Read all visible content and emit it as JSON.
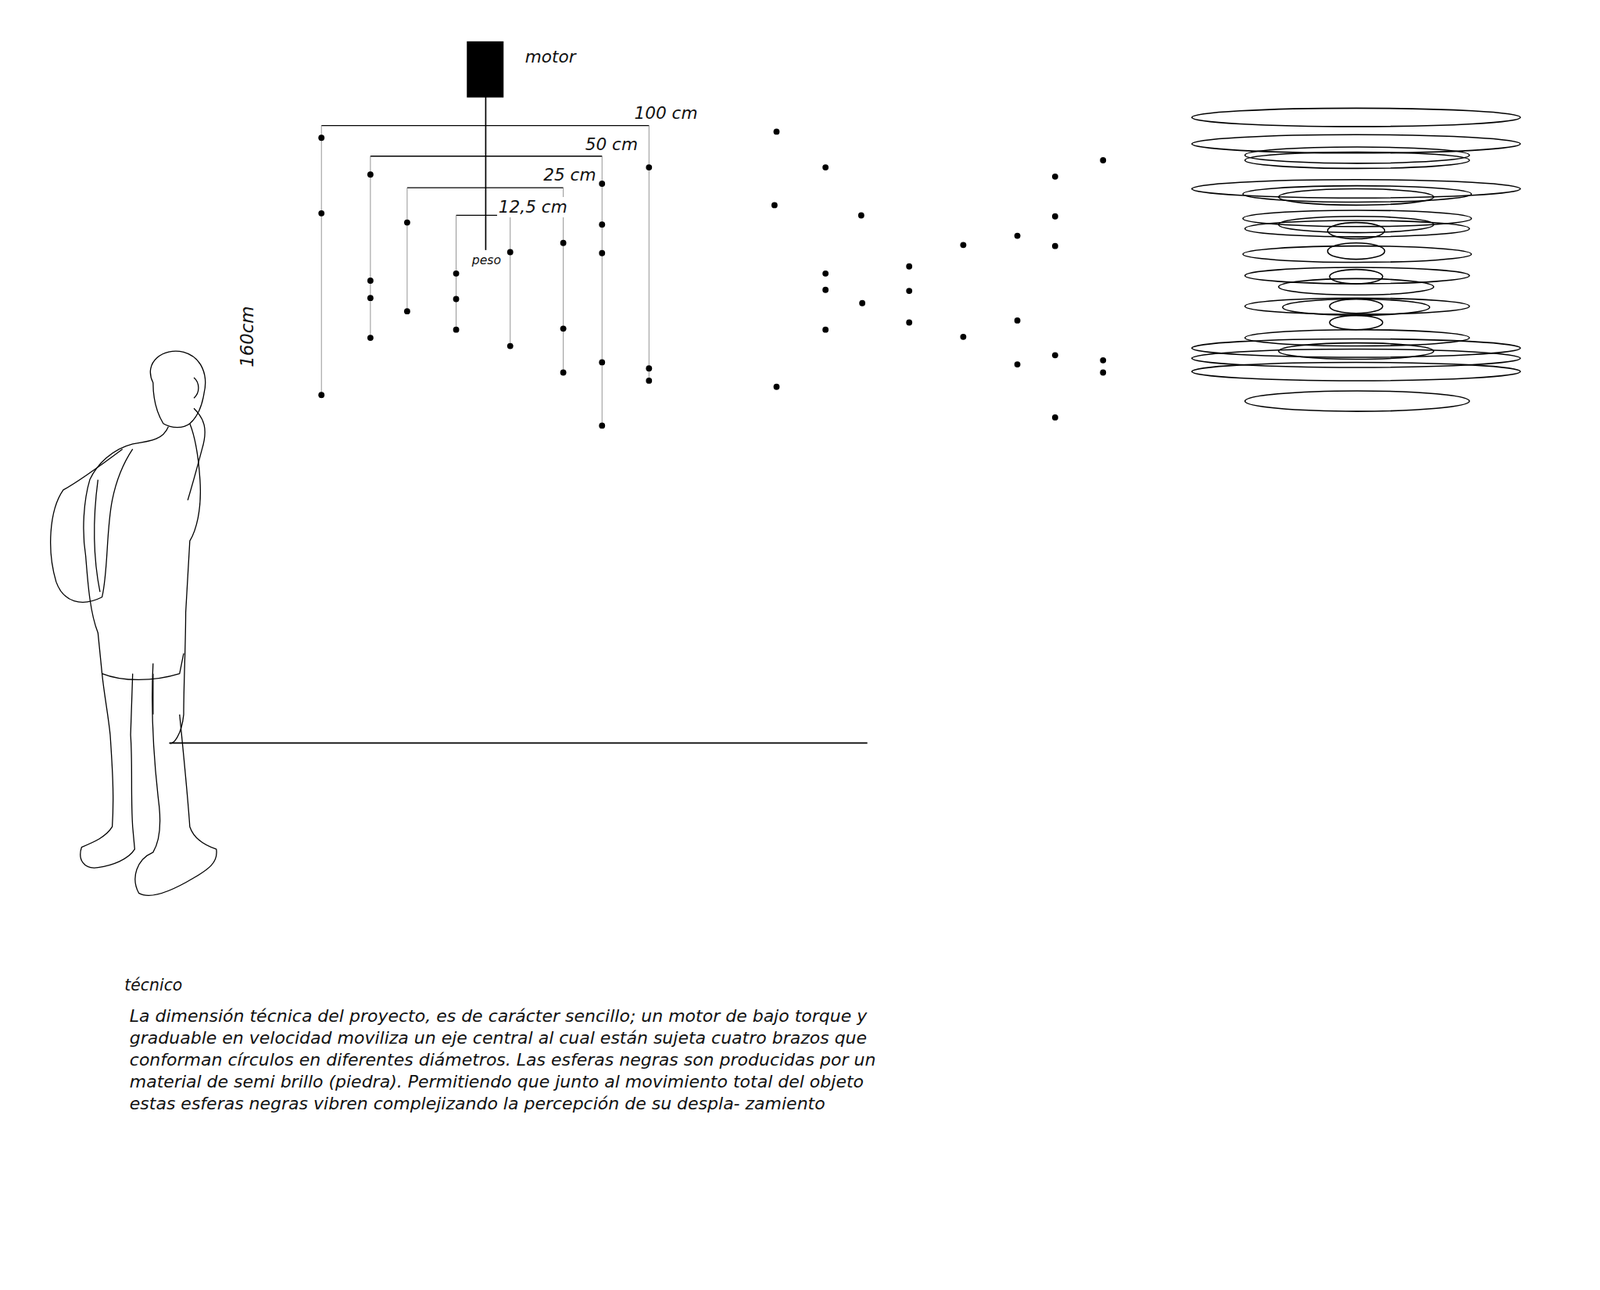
{
  "diagram": {
    "title": "técnico",
    "caption": "La dimensión técnica del proyecto, es de carácter sencillo; un motor de bajo torque y graduable en velocidad moviliza un eje central al cual están sujeta cuatro brazos que conforman círculos en diferentes diámetros. Las esferas negras son producidas por un material de semi brillo (piedra). Permitiendo que junto al movimiento total del objeto estas esferas negras vibren complejizando la percepción de su despla- zamiento",
    "labels": [
      "motor",
      "100 cm",
      "50 cm",
      "25 cm",
      "12,5 cm",
      "peso",
      "160cm"
    ]
  }
}
